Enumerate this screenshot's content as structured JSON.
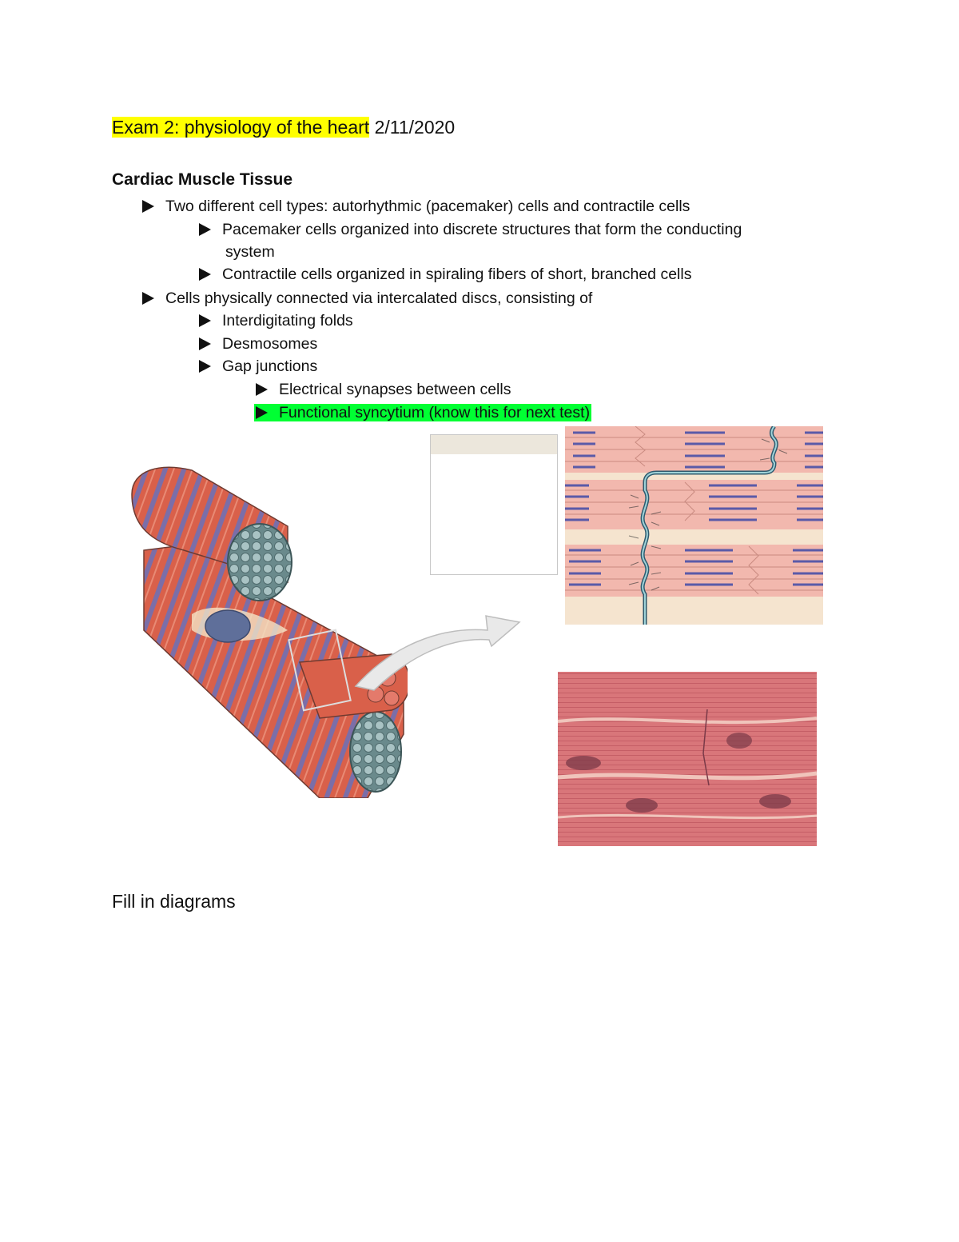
{
  "document": {
    "title_highlight": "Exam 2: physiology of the heart",
    "title_date": " 2/11/2020",
    "heading": "Cardiac Muscle Tissue",
    "bullets": [
      {
        "level": 1,
        "text": "Two different cell types:  autorhythmic (pacemaker) cells and contractile cells"
      },
      {
        "level": 2,
        "text": "Pacemaker cells organized into discrete structures that form the conducting"
      },
      {
        "level": 2,
        "text": "system",
        "continuation": true
      },
      {
        "level": 2,
        "text": "Contractile cells organized in spiraling fibers of short, branched cells"
      },
      {
        "level": 1,
        "text": "Cells physically connected via intercalated discs, consisting of"
      },
      {
        "level": 2,
        "text": "Interdigitating folds"
      },
      {
        "level": 2,
        "text": "Desmosomes"
      },
      {
        "level": 2,
        "text": "Gap junctions"
      },
      {
        "level": 3,
        "text": "Electrical synapses between cells"
      },
      {
        "level": 3,
        "text": "Functional syncytium (know this for next test)",
        "highlight": "green"
      }
    ],
    "footer_text": "Fill in diagrams"
  },
  "colors": {
    "title_highlight": "#ffff00",
    "bullet_highlight": "#00ff33",
    "muscle_red": "#d9604a",
    "striation_blue": "#6b6aa8",
    "tissue_pink": "#f2b8ae",
    "micrograph": "#d9767a"
  },
  "figures": [
    {
      "name": "cardiac-muscle-fiber-illustration"
    },
    {
      "name": "blank-label-box"
    },
    {
      "name": "intercalated-disc-diagram"
    },
    {
      "name": "cardiac-muscle-micrograph"
    }
  ]
}
